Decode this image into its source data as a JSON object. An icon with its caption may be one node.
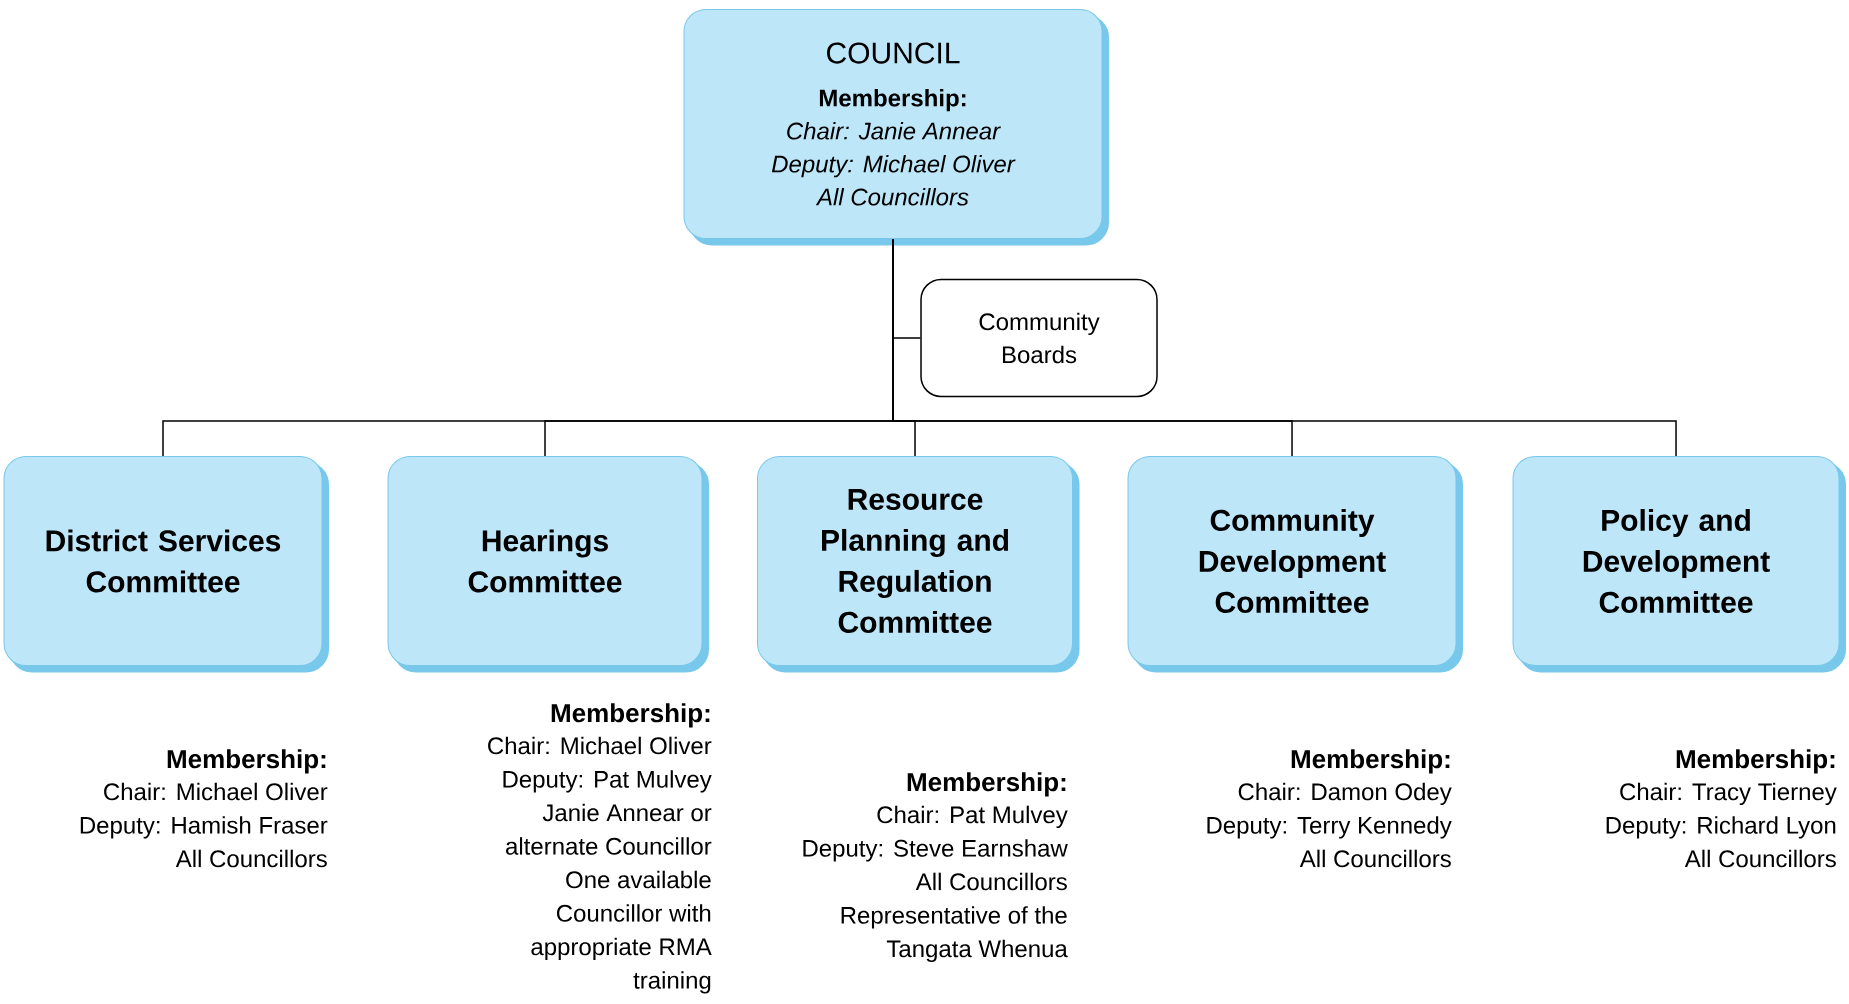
{
  "diagram": {
    "nodes": [
      {
        "text": [
          "COUNCIL",
          "Membership:",
          "Chair: Janie Annear",
          "Deputy: Michael Oliver",
          "All Councillors"
        ]
      },
      {
        "text": [
          "Community Boards"
        ]
      },
      {
        "text": [
          "District Services Committee"
        ],
        "beside": [
          "Membership:",
          "Chair: Michael Oliver",
          "Deputy: Hamish Fraser",
          "All Councillors"
        ]
      },
      {
        "text": [
          "Hearings Committee"
        ],
        "beside": [
          "Membership:",
          "Chair: Michael Oliver",
          "Deputy: Pat Mulvey",
          "Janie Annear or",
          "alternate Councillor",
          "One available",
          "Councillor with",
          "appropriate RMA",
          "training"
        ]
      },
      {
        "text": [
          "Resource Planning and Regulation Committee"
        ],
        "beside": [
          "Membership:",
          "Chair: Pat Mulvey",
          "Deputy: Steve Earnshaw",
          "All Councillors",
          "Representative of the",
          "Tangata Whenua"
        ]
      },
      {
        "text": [
          "Community Development Committee"
        ],
        "beside": [
          "Membership:",
          "Chair: Damon Odey",
          "Deputy: Terry Kennedy",
          "All Councillors"
        ]
      },
      {
        "text": [
          "Policy and Development Committee"
        ],
        "beside": [
          "Membership:",
          "Chair: Tracy Tierney",
          "Deputy: Richard Lyon",
          "All Councillors"
        ]
      }
    ],
    "edges": [
      {
        "from": 0,
        "to": 1,
        "arrow": "none"
      },
      {
        "from": 0,
        "to": 2,
        "arrow": "none"
      },
      {
        "from": 0,
        "to": 3,
        "arrow": "none"
      },
      {
        "from": 0,
        "to": 4,
        "arrow": "none"
      },
      {
        "from": 0,
        "to": 5,
        "arrow": "none"
      },
      {
        "from": 0,
        "to": 6,
        "arrow": "none"
      }
    ]
  }
}
